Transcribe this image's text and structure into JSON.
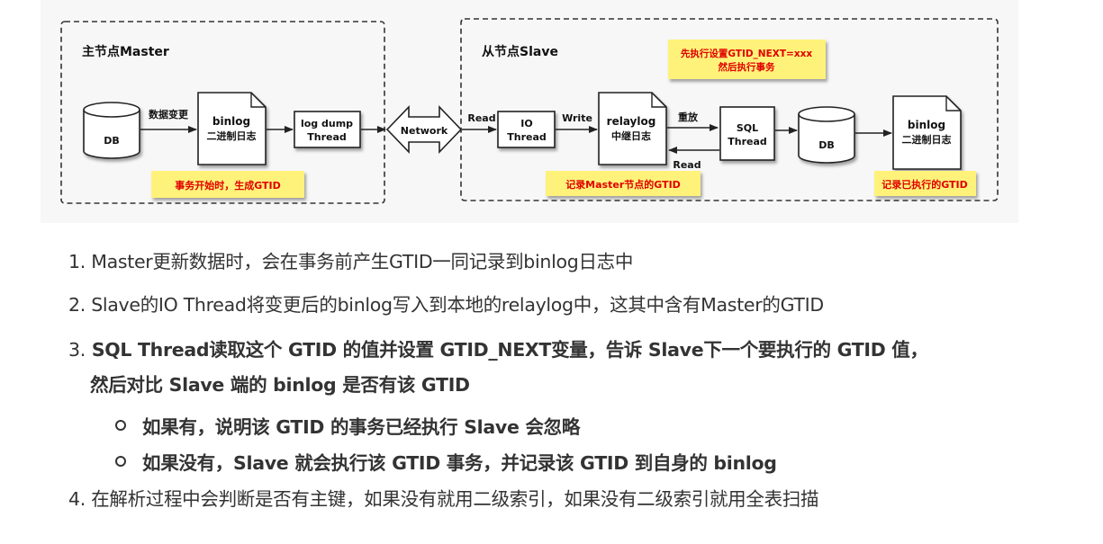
{
  "diagram": {
    "master_title": "主节点Master",
    "slave_title": "从节点Slave",
    "master_db": "DB",
    "data_change": "数据变更",
    "master_binlog_line1": "binlog",
    "master_binlog_line2": "二进制日志",
    "log_dump_line1": "log dump",
    "log_dump_line2": "Thread",
    "network": "Network",
    "note_master": "事务开始时，生成GTID",
    "read1": "Read",
    "io_line1": "IO",
    "io_line2": "Thread",
    "write": "Write",
    "relaylog_line1": "relaylog",
    "relaylog_line2": "中继日志",
    "replay": "重放",
    "read2": "Read",
    "sql_line1": "SQL",
    "sql_line2": "Thread",
    "slave_db": "DB",
    "slave_binlog_line1": "binlog",
    "slave_binlog_line2": "二进制日志",
    "note_sql_line1": "先执行设置GTID_NEXT=xxx",
    "note_sql_line2": "然后执行事务",
    "note_relay": "记录Master节点的GTID",
    "note_binlog": "记录已执行的GTID"
  },
  "notes": {
    "item1": {
      "num": "1.",
      "text": "Master更新数据时，会在事务前产生GTID一同记录到binlog日志中"
    },
    "item2": {
      "num": "2.",
      "text": "Slave的IO Thread将变更后的binlog写入到本地的relaylog中，这其中含有Master的GTID"
    },
    "item3": {
      "num": "3.",
      "line1": "SQL Thread读取这个 GTID 的值并设置 GTID_NEXT变量，告诉 Slave下一个要执行的 GTID 值，",
      "line2": "然后对比 Slave 端的 binlog 是否有该 GTID"
    },
    "sub1": "如果有，说明该 GTID 的事务已经执行 Slave 会忽略",
    "sub2": "如果没有，Slave 就会执行该 GTID 事务，并记录该 GTID 到自身的 binlog",
    "item4": {
      "num": "4.",
      "text": "在解析过程中会判断是否有主键，如果没有就用二级索引，如果没有二级索引就用全表扫描"
    }
  },
  "colors": {
    "note_bg": "#fff27a",
    "note_text": "#e00000",
    "panel_bg": "#f7f7f7"
  }
}
